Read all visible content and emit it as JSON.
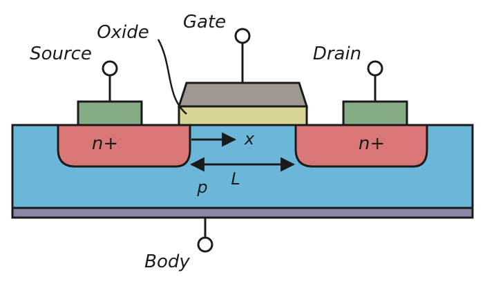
{
  "labels": {
    "gate": "Gate",
    "oxide": "Oxide",
    "source": "Source",
    "drain": "Drain",
    "body": "Body",
    "n_plus_left": "n+",
    "n_plus_right": "n+",
    "x_axis": "x",
    "length": "L",
    "substrate": "p"
  },
  "colors": {
    "substrate": "#6bb6d9",
    "n_plus": "#d97776",
    "contact": "#85ac85",
    "oxide": "#d8d596",
    "gate": "#9f9891",
    "body_plate": "#8c86a6",
    "stroke": "#1a1a1a"
  }
}
